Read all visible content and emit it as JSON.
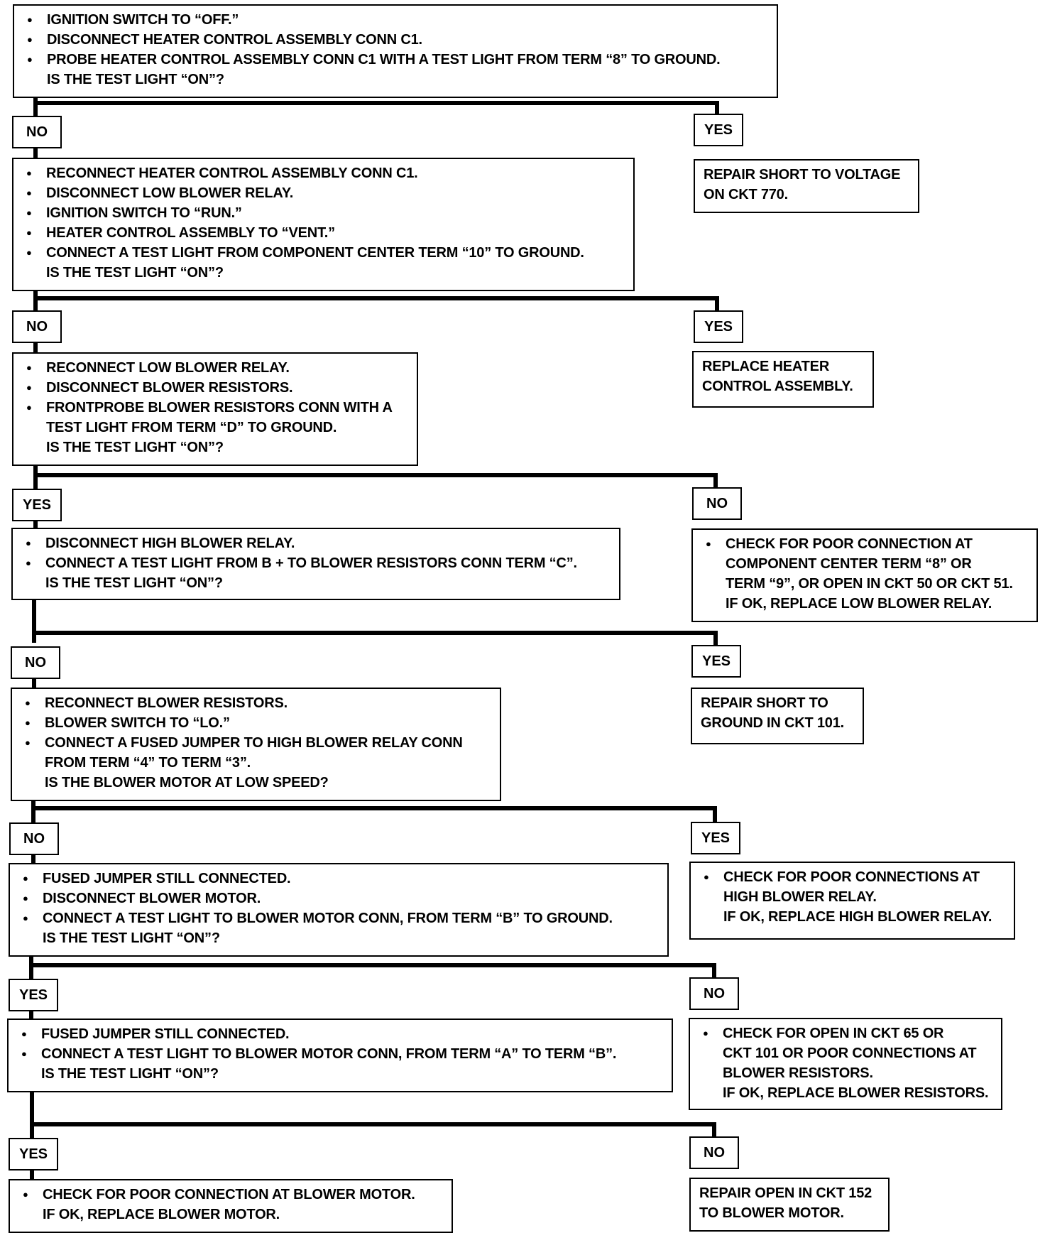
{
  "steps": {
    "s1": {
      "items": [
        "IGNITION SWITCH TO “OFF.”",
        "DISCONNECT HEATER CONTROL ASSEMBLY CONN C1.",
        "PROBE HEATER CONTROL ASSEMBLY CONN C1 WITH A TEST LIGHT FROM TERM “8” TO GROUND."
      ],
      "question": "IS THE TEST LIGHT “ON”?",
      "left_label": "NO",
      "right_label": "YES",
      "right_result": [
        "REPAIR SHORT TO VOLTAGE",
        "ON CKT 770."
      ]
    },
    "s2": {
      "items": [
        "RECONNECT HEATER CONTROL ASSEMBLY CONN C1.",
        "DISCONNECT LOW BLOWER RELAY.",
        "IGNITION SWITCH TO “RUN.”",
        "HEATER CONTROL ASSEMBLY TO “VENT.”",
        "CONNECT A TEST LIGHT FROM COMPONENT CENTER TERM “10” TO GROUND."
      ],
      "question": "IS THE TEST LIGHT “ON”?",
      "left_label": "NO",
      "right_label": "YES",
      "right_result": [
        "REPLACE HEATER",
        "CONTROL ASSEMBLY."
      ]
    },
    "s3": {
      "items": [
        "RECONNECT LOW BLOWER RELAY.",
        "DISCONNECT BLOWER RESISTORS.",
        "FRONTPROBE BLOWER RESISTORS CONN WITH A"
      ],
      "cont": "TEST LIGHT FROM TERM “D” TO GROUND.",
      "question": "IS THE TEST LIGHT “ON”?",
      "left_label": "YES",
      "right_label": "NO",
      "right_result": [
        "CHECK FOR POOR CONNECTION AT",
        "COMPONENT CENTER TERM “8” OR",
        "TERM “9”, OR OPEN IN CKT 50 OR CKT 51.",
        "IF OK, REPLACE LOW BLOWER RELAY."
      ]
    },
    "s4": {
      "items": [
        "DISCONNECT HIGH BLOWER RELAY.",
        "CONNECT A TEST LIGHT FROM B + TO BLOWER RESISTORS CONN TERM “C”."
      ],
      "question": "IS THE TEST LIGHT “ON”?",
      "left_label": "NO",
      "right_label": "YES",
      "right_result": [
        "REPAIR SHORT TO",
        "GROUND IN CKT 101."
      ]
    },
    "s5": {
      "items": [
        "RECONNECT BLOWER RESISTORS.",
        "BLOWER SWITCH TO “LO.”",
        "CONNECT A FUSED JUMPER TO HIGH BLOWER RELAY CONN"
      ],
      "cont": "FROM TERM “4” TO TERM “3”.",
      "question": "IS THE BLOWER MOTOR AT LOW SPEED?",
      "left_label": "NO",
      "right_label": "YES",
      "right_result": [
        "CHECK FOR POOR CONNECTIONS AT",
        "HIGH BLOWER RELAY.",
        "IF OK, REPLACE HIGH BLOWER RELAY."
      ]
    },
    "s6": {
      "items": [
        "FUSED JUMPER STILL CONNECTED.",
        "DISCONNECT BLOWER MOTOR.",
        "CONNECT A TEST LIGHT TO BLOWER MOTOR CONN, FROM TERM “B” TO GROUND."
      ],
      "question": "IS THE TEST LIGHT “ON”?",
      "left_label": "YES",
      "right_label": "NO",
      "right_result": [
        "CHECK FOR OPEN IN CKT 65 OR",
        "CKT 101 OR POOR CONNECTIONS AT",
        "BLOWER RESISTORS.",
        "IF OK, REPLACE BLOWER RESISTORS."
      ]
    },
    "s7": {
      "items": [
        "FUSED JUMPER STILL CONNECTED.",
        "CONNECT A TEST LIGHT TO BLOWER MOTOR CONN, FROM TERM “A” TO TERM “B”."
      ],
      "question": "IS THE TEST LIGHT “ON”?",
      "left_label": "YES",
      "right_label": "NO",
      "left_result": [
        "CHECK FOR POOR CONNECTION AT BLOWER MOTOR.",
        "IF OK, REPLACE BLOWER MOTOR."
      ],
      "right_result": [
        "REPAIR OPEN IN CKT 152",
        "TO BLOWER MOTOR."
      ]
    }
  }
}
